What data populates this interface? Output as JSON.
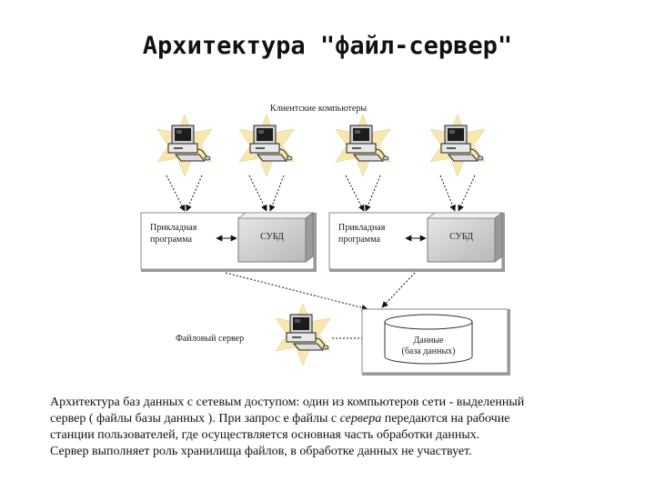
{
  "title": "Архитектура \"файл-сервер\"",
  "diagram": {
    "clients_label": "Клиентские компьютеры",
    "app_label_line1": "Прикладная",
    "app_label_line2": "программа",
    "dbms_label": "СУБД",
    "file_server_label": "Файловый сервер",
    "data_label_line1": "Данные",
    "data_label_line2": "(база данных)"
  },
  "description": {
    "line1": "Архитектура баз данных с сетевым доступом: один из компьютеров сети - выделенный",
    "line2": "сервер ( файлы базы данных ). При запрос е файлы с",
    "line2_italic": "сервера",
    "line2_end": "передаются на рабочие",
    "line3": "станции пользователей, где осуществляется основная часть обработки данных.",
    "line4": "Сервер выполняет роль хранилища файлов, в обработке данных не участвует."
  }
}
